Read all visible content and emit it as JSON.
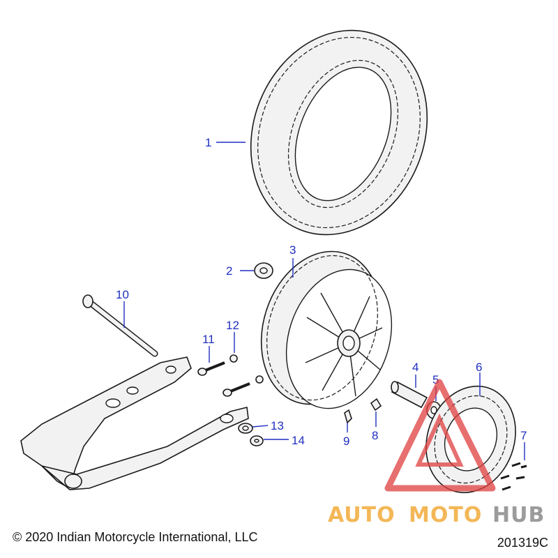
{
  "callouts": {
    "c1": "1",
    "c2": "2",
    "c3": "3",
    "c4": "4",
    "c5": "5",
    "c6": "6",
    "c7": "7",
    "c8": "8",
    "c9": "9",
    "c10": "10",
    "c11": "11",
    "c12": "12",
    "c13": "13",
    "c14": "14"
  },
  "footer": {
    "copyright": "© 2020 Indian Motorcycle International, LLC",
    "drawing_number": "201319C"
  },
  "watermark": {
    "text_auto": "AUTO",
    "text_moto": "MOTO",
    "text_hub": "HUB"
  },
  "colors": {
    "callout": "#1f2fbf",
    "watermark_red": "#e04040",
    "watermark_orange": "#f0a020",
    "watermark_gray": "#7a7a7a"
  }
}
